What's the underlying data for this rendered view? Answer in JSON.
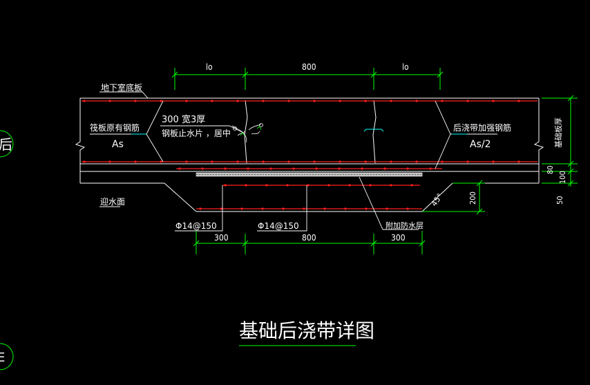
{
  "colors": {
    "background": "#000000",
    "outline": "#ffffff",
    "rebar": "#ff2020",
    "dimension": "#00ff00",
    "waterproof": "#00ffff",
    "circle": "#00ff00"
  },
  "drawing": {
    "title": "基础后浇带详图",
    "labels": {
      "slab": "地下室底板",
      "raft_rebar": "筏板原有钢筋",
      "raft_as": "As",
      "waterstop_spec": "300 宽3厚",
      "waterstop_name": "钢板止水片 ，居中",
      "added_rebar": "后浇带加强钢筋",
      "added_as": "As/2",
      "water_face": "迎水面",
      "waterproof_layer": "附加防水层",
      "rebar_spec_left": "Φ14@150",
      "rebar_spec_mid": "Φ14@150",
      "slab_thickness": "基础板厚",
      "slope": "45°"
    },
    "dimensions": {
      "top_left": "lo",
      "top_mid": "800",
      "top_right": "lo",
      "bottom_left": "300",
      "bottom_mid": "800",
      "bottom_right": "300",
      "right_80": "80",
      "right_100": "100",
      "right_50": "50",
      "right_200": "200"
    },
    "edge_marks": {
      "top_left_char": "后",
      "bottom_left_char": "E"
    }
  }
}
